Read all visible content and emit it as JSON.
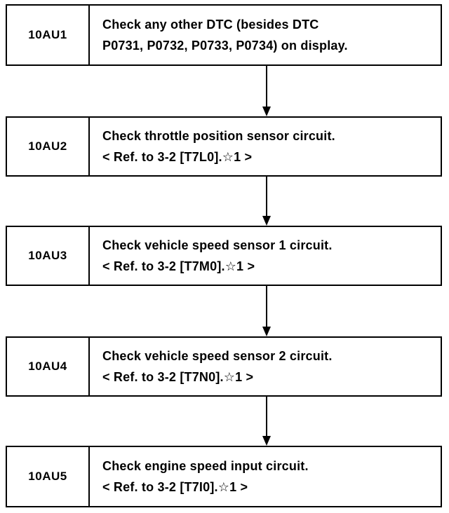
{
  "steps": [
    {
      "code": "10AU1",
      "line1": "Check any other DTC (besides DTC",
      "line2": "P0731, P0732, P0733, P0734) on display."
    },
    {
      "code": "10AU2",
      "line1": "Check throttle position sensor circuit.",
      "line2": "< Ref. to 3-2 [T7L0].☆1 >"
    },
    {
      "code": "10AU3",
      "line1": "Check vehicle speed sensor 1 circuit.",
      "line2": "< Ref. to 3-2 [T7M0].☆1 >"
    },
    {
      "code": "10AU4",
      "line1": "Check vehicle speed sensor 2 circuit.",
      "line2": "< Ref. to 3-2 [T7N0].☆1 >"
    },
    {
      "code": "10AU5",
      "line1": "Check engine speed input circuit.",
      "line2": "< Ref. to 3-2 [T7I0].☆1 >"
    }
  ]
}
